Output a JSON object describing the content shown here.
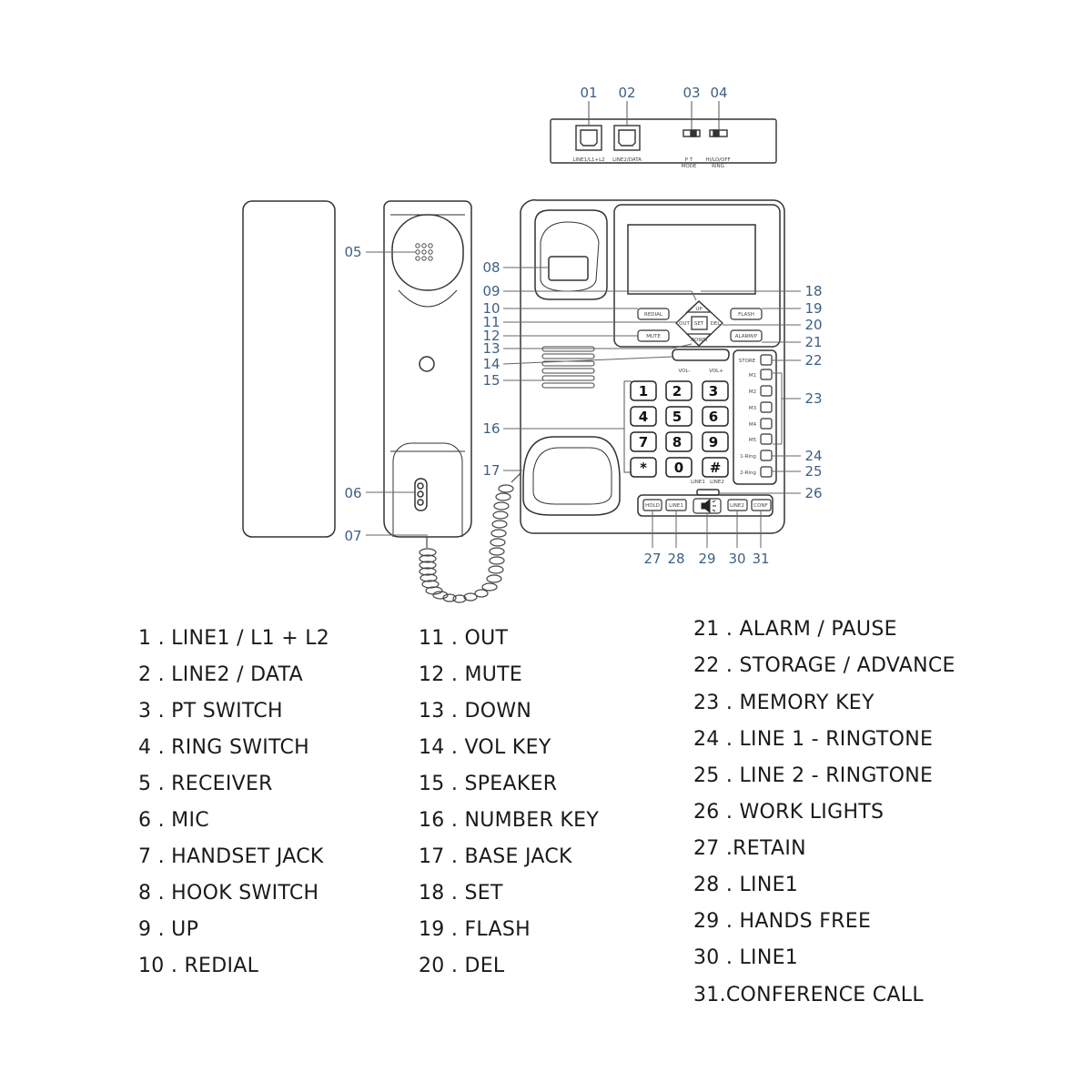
{
  "back_panel": {
    "callouts": [
      "01",
      "02",
      "03",
      "04"
    ],
    "jack_labels": [
      "LINE1/L1+L2",
      "LINE2/DATA"
    ],
    "switch_labels": [
      "P    T",
      "MODE",
      "HI/LO/OFF",
      "RING"
    ]
  },
  "phone_labels": {
    "redial": "REDIAL",
    "mute": "MUTE",
    "flash": "FLASH",
    "alarm": "ALARM/P",
    "up": "UP",
    "down": "DOWN",
    "out": "OUT",
    "set": "SET",
    "del": "DEL",
    "vol_minus": "VOL-",
    "vol_plus": "VOL+",
    "store": "STORE",
    "memory_keys": [
      "M1",
      "M2",
      "M3",
      "M4",
      "M5"
    ],
    "ring1": "1-Ring",
    "ring2": "2-Ring",
    "line_indicators": [
      "LINE1",
      "LINE2"
    ],
    "bottom_keys": [
      "HOLD",
      "LINE1",
      "LINE2",
      "CONF"
    ],
    "keypad": [
      "1",
      "2",
      "3",
      "4",
      "5",
      "6",
      "7",
      "8",
      "9",
      "*",
      "0",
      "#"
    ]
  },
  "callouts": {
    "left": [
      "05",
      "06",
      "07"
    ],
    "center": [
      "08",
      "09",
      "10",
      "11",
      "12",
      "13",
      "14",
      "15",
      "16",
      "17"
    ],
    "right": [
      "18",
      "19",
      "20",
      "21",
      "22",
      "23",
      "24",
      "25",
      "26"
    ],
    "bottom": [
      "27",
      "28",
      "29",
      "30",
      "31"
    ]
  },
  "legend": {
    "col1": [
      "1 . LINE1 / L1 + L2",
      "2 . LINE2 / DATA",
      "3 . PT SWITCH",
      "4 . RING SWITCH",
      "5 . RECEIVER",
      "6 . MIC",
      "7 . HANDSET JACK",
      "8 . HOOK SWITCH",
      "9 . UP",
      "10 . REDIAL"
    ],
    "col2": [
      "11 . OUT",
      "12 . MUTE",
      "13 . DOWN",
      "14 . VOL KEY",
      "15 . SPEAKER",
      "16 . NUMBER KEY",
      "17 . BASE JACK",
      "18 . SET",
      "19 . FLASH",
      "20 . DEL"
    ],
    "col3": [
      "21 . ALARM / PAUSE",
      "22 . STORAGE / ADVANCE",
      "23 . MEMORY KEY",
      "24 . LINE 1 - RINGTONE",
      "25 . LINE 2 - RINGTONE",
      "26 . WORK LIGHTS",
      "27 .RETAIN",
      "28 . LINE1",
      "29 . HANDS FREE",
      "30 . LINE1",
      "31.CONFERENCE CALL"
    ]
  }
}
